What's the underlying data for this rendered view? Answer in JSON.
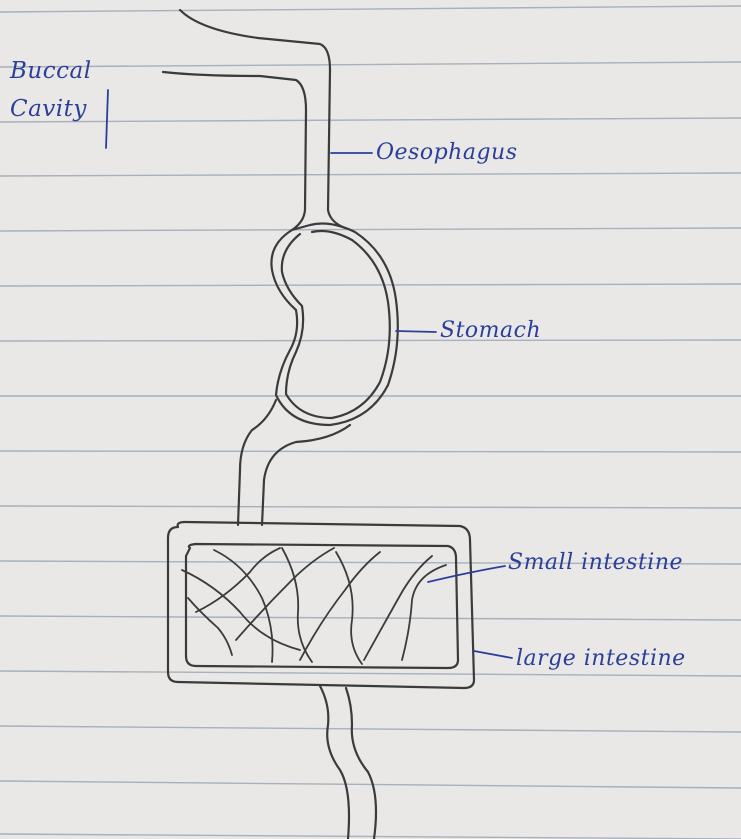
{
  "labels": {
    "buccal_cavity": "Buccal Cavity",
    "oesophagus": "Oesophagus",
    "stomach": "Stomach",
    "small_intestine": "Small intestine",
    "large_intestine": "large intestine"
  },
  "colors": {
    "paper": "#e9e8e6",
    "rule_line": "#9aa6b2",
    "pencil": "#3a3a3a",
    "ink": "#2b3f9a"
  }
}
